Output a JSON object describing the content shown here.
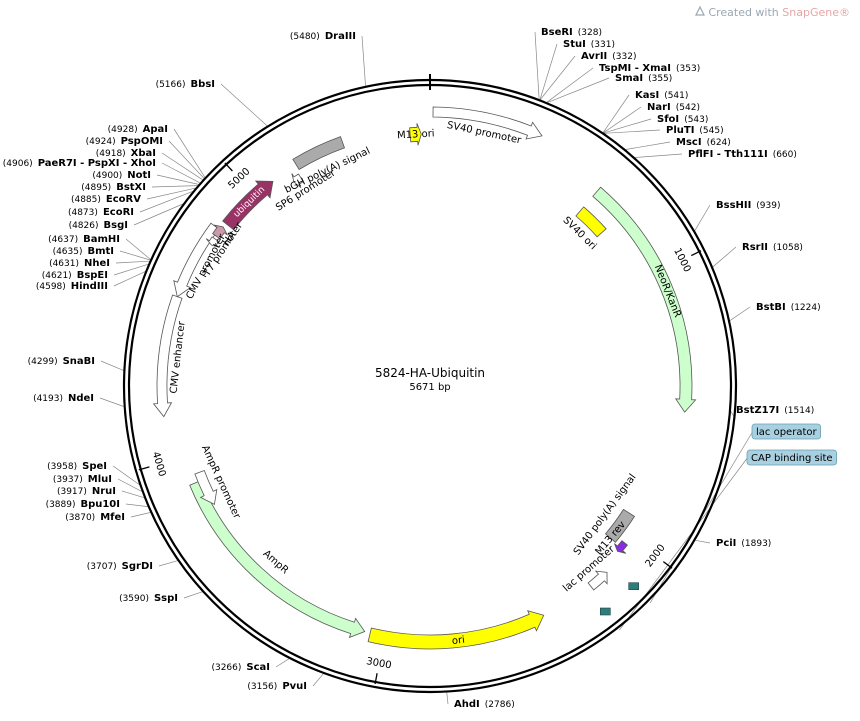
{
  "watermark": {
    "prefix": "Created with ",
    "brand": "SnapGene",
    "reg": "®",
    "icon": "snapgene-logo-icon"
  },
  "plasmid": {
    "name": "5824-HA-Ubiquitin",
    "size_label": "5671 bp",
    "length": 5671
  },
  "colors": {
    "ring": "#000000",
    "ori": "#ffff00",
    "promoter": "#ffffff",
    "resistance": "#ccffcc",
    "ubiquitin": "#993366",
    "ha_tag": "#cc99aa",
    "signal": "#aaaaaa",
    "primer": "#8a2be2",
    "lac_operator": "#2e7d7d",
    "label_box": "#a8d0e0"
  },
  "ring_ticks": [
    {
      "label": "1000"
    },
    {
      "label": "2000"
    },
    {
      "label": "3000"
    },
    {
      "label": "4000"
    },
    {
      "label": "5000"
    }
  ],
  "features": [
    {
      "label": "M13 ori"
    },
    {
      "label": "SV40 promoter"
    },
    {
      "label": "SV40 ori"
    },
    {
      "label": "NeoR/KanR"
    },
    {
      "label": "SV40 poly(A) signal"
    },
    {
      "label": "M13 rev"
    },
    {
      "label": "lac promoter"
    },
    {
      "label": "ori"
    },
    {
      "label": "AmpR"
    },
    {
      "label": "AmpR promoter"
    },
    {
      "label": "CMV enhancer"
    },
    {
      "label": "CMV promoter"
    },
    {
      "label": "T7 promoter"
    },
    {
      "label": "HA"
    },
    {
      "label": "ubiquitin"
    },
    {
      "label": "SP6 promoter"
    },
    {
      "label": "bGH poly(A) signal"
    }
  ],
  "boxed_features": [
    {
      "label": "lac operator"
    },
    {
      "label": "CAP binding site"
    }
  ],
  "sites": [
    {
      "name": "DraIII",
      "pos": "(5480)",
      "bp": 5480
    },
    {
      "name": "BseRI",
      "pos": "(328)",
      "bp": 328
    },
    {
      "name": "StuI",
      "pos": "(331)",
      "bp": 331
    },
    {
      "name": "AvrII",
      "pos": "(332)",
      "bp": 332
    },
    {
      "name": "TspMI - XmaI",
      "pos": "(353)",
      "bp": 353
    },
    {
      "name": "SmaI",
      "pos": "(355)",
      "bp": 355
    },
    {
      "name": "KasI",
      "pos": "(541)",
      "bp": 541
    },
    {
      "name": "NarI",
      "pos": "(542)",
      "bp": 542
    },
    {
      "name": "SfoI",
      "pos": "(543)",
      "bp": 543
    },
    {
      "name": "PluTI",
      "pos": "(545)",
      "bp": 545
    },
    {
      "name": "MscI",
      "pos": "(624)",
      "bp": 624
    },
    {
      "name": "PflFI - Tth111I",
      "pos": "(660)",
      "bp": 660
    },
    {
      "name": "BssHII",
      "pos": "(939)",
      "bp": 939
    },
    {
      "name": "RsrII",
      "pos": "(1058)",
      "bp": 1058
    },
    {
      "name": "BstBI",
      "pos": "(1224)",
      "bp": 1224
    },
    {
      "name": "BstZ17I",
      "pos": "(1514)",
      "bp": 1514
    },
    {
      "name": "PciI",
      "pos": "(1893)",
      "bp": 1893
    },
    {
      "name": "AhdI",
      "pos": "(2786)",
      "bp": 2786
    },
    {
      "name": "PvuI",
      "pos": "(3156)",
      "bp": 3156
    },
    {
      "name": "ScaI",
      "pos": "(3266)",
      "bp": 3266
    },
    {
      "name": "SspI",
      "pos": "(3590)",
      "bp": 3590
    },
    {
      "name": "SgrDI",
      "pos": "(3707)",
      "bp": 3707
    },
    {
      "name": "MfeI",
      "pos": "(3870)",
      "bp": 3870
    },
    {
      "name": "Bpu10I",
      "pos": "(3889)",
      "bp": 3889
    },
    {
      "name": "NruI",
      "pos": "(3917)",
      "bp": 3917
    },
    {
      "name": "MluI",
      "pos": "(3937)",
      "bp": 3937
    },
    {
      "name": "SpeI",
      "pos": "(3958)",
      "bp": 3958
    },
    {
      "name": "NdeI",
      "pos": "(4193)",
      "bp": 4193
    },
    {
      "name": "SnaBI",
      "pos": "(4299)",
      "bp": 4299
    },
    {
      "name": "HindIII",
      "pos": "(4598)",
      "bp": 4598
    },
    {
      "name": "BspEI",
      "pos": "(4621)",
      "bp": 4621
    },
    {
      "name": "NheI",
      "pos": "(4631)",
      "bp": 4631
    },
    {
      "name": "BmtI",
      "pos": "(4635)",
      "bp": 4635
    },
    {
      "name": "BamHI",
      "pos": "(4637)",
      "bp": 4637
    },
    {
      "name": "BsgI",
      "pos": "(4826)",
      "bp": 4826
    },
    {
      "name": "EcoRI",
      "pos": "(4873)",
      "bp": 4873
    },
    {
      "name": "EcoRV",
      "pos": "(4885)",
      "bp": 4885
    },
    {
      "name": "BstXI",
      "pos": "(4895)",
      "bp": 4895
    },
    {
      "name": "NotI",
      "pos": "(4900)",
      "bp": 4900
    },
    {
      "name": "PaeR7I - PspXI - XhoI",
      "pos": "(4906)",
      "bp": 4906
    },
    {
      "name": "XbaI",
      "pos": "(4918)",
      "bp": 4918
    },
    {
      "name": "PspOMI",
      "pos": "(4924)",
      "bp": 4924
    },
    {
      "name": "ApaI",
      "pos": "(4928)",
      "bp": 4928
    },
    {
      "name": "BbsI",
      "pos": "(5166)",
      "bp": 5166
    }
  ]
}
